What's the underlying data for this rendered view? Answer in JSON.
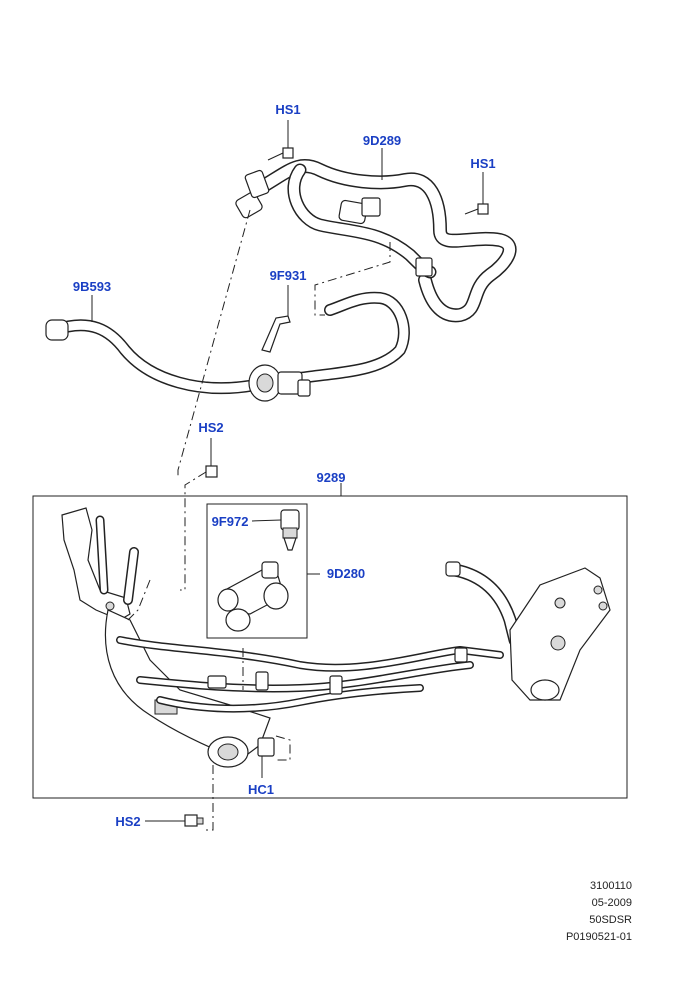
{
  "callouts": {
    "hs1_top": "HS1",
    "d289": "9D289",
    "hs1_right": "HS1",
    "b593": "9B593",
    "f931": "9F931",
    "hs2_mid": "HS2",
    "p9289": "9289",
    "f972": "9F972",
    "d280": "9D280",
    "hc1": "HC1",
    "hs2_bottom": "HS2"
  },
  "meta": {
    "line1": "3100110",
    "line2": "05-2009",
    "line3": "50SDSR",
    "line4": "P0190521-01"
  },
  "colors": {
    "callout": "#1a3fc4",
    "line": "#222222"
  }
}
